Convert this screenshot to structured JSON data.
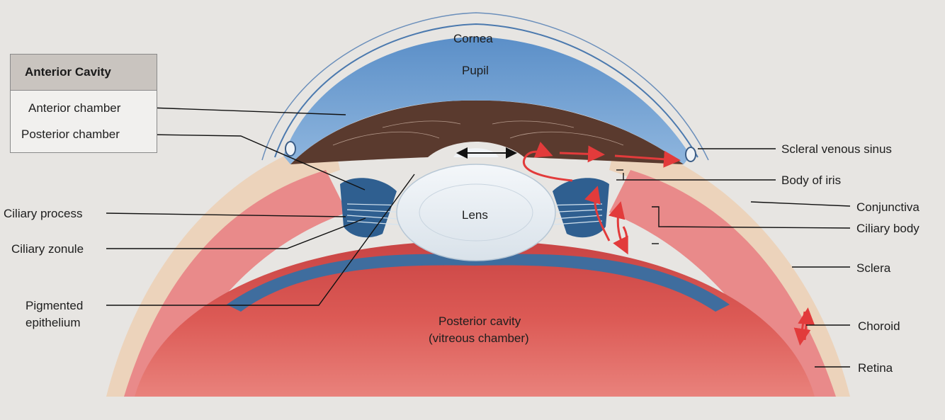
{
  "title_box": {
    "heading": "Anterior Cavity",
    "items": [
      "Anterior chamber",
      "Posterior chamber"
    ]
  },
  "labels": {
    "cornea": "Cornea",
    "pupil": "Pupil",
    "lens": "Lens",
    "posterior_cavity_line1": "Posterior cavity",
    "posterior_cavity_line2": "(vitreous chamber)",
    "ciliary_process": "Ciliary process",
    "ciliary_zonule": "Ciliary zonule",
    "pigmented_epithelium_line1": "Pigmented",
    "pigmented_epithelium_line2": "epithelium",
    "scleral_venous_sinus": "Scleral venous sinus",
    "body_of_iris": "Body of iris",
    "conjunctiva": "Conjunctiva",
    "ciliary_body": "Ciliary body",
    "sclera": "Sclera",
    "choroid": "Choroid",
    "retina": "Retina"
  },
  "colors": {
    "cornea": "#6f9fd0",
    "iris": "#5a3a2e",
    "lens": "#e8eef3",
    "vitreous": "#d9514e",
    "sclera": "#eac9b4",
    "muscle": "#e8868a",
    "flow_arrow": "#e23b3b"
  }
}
